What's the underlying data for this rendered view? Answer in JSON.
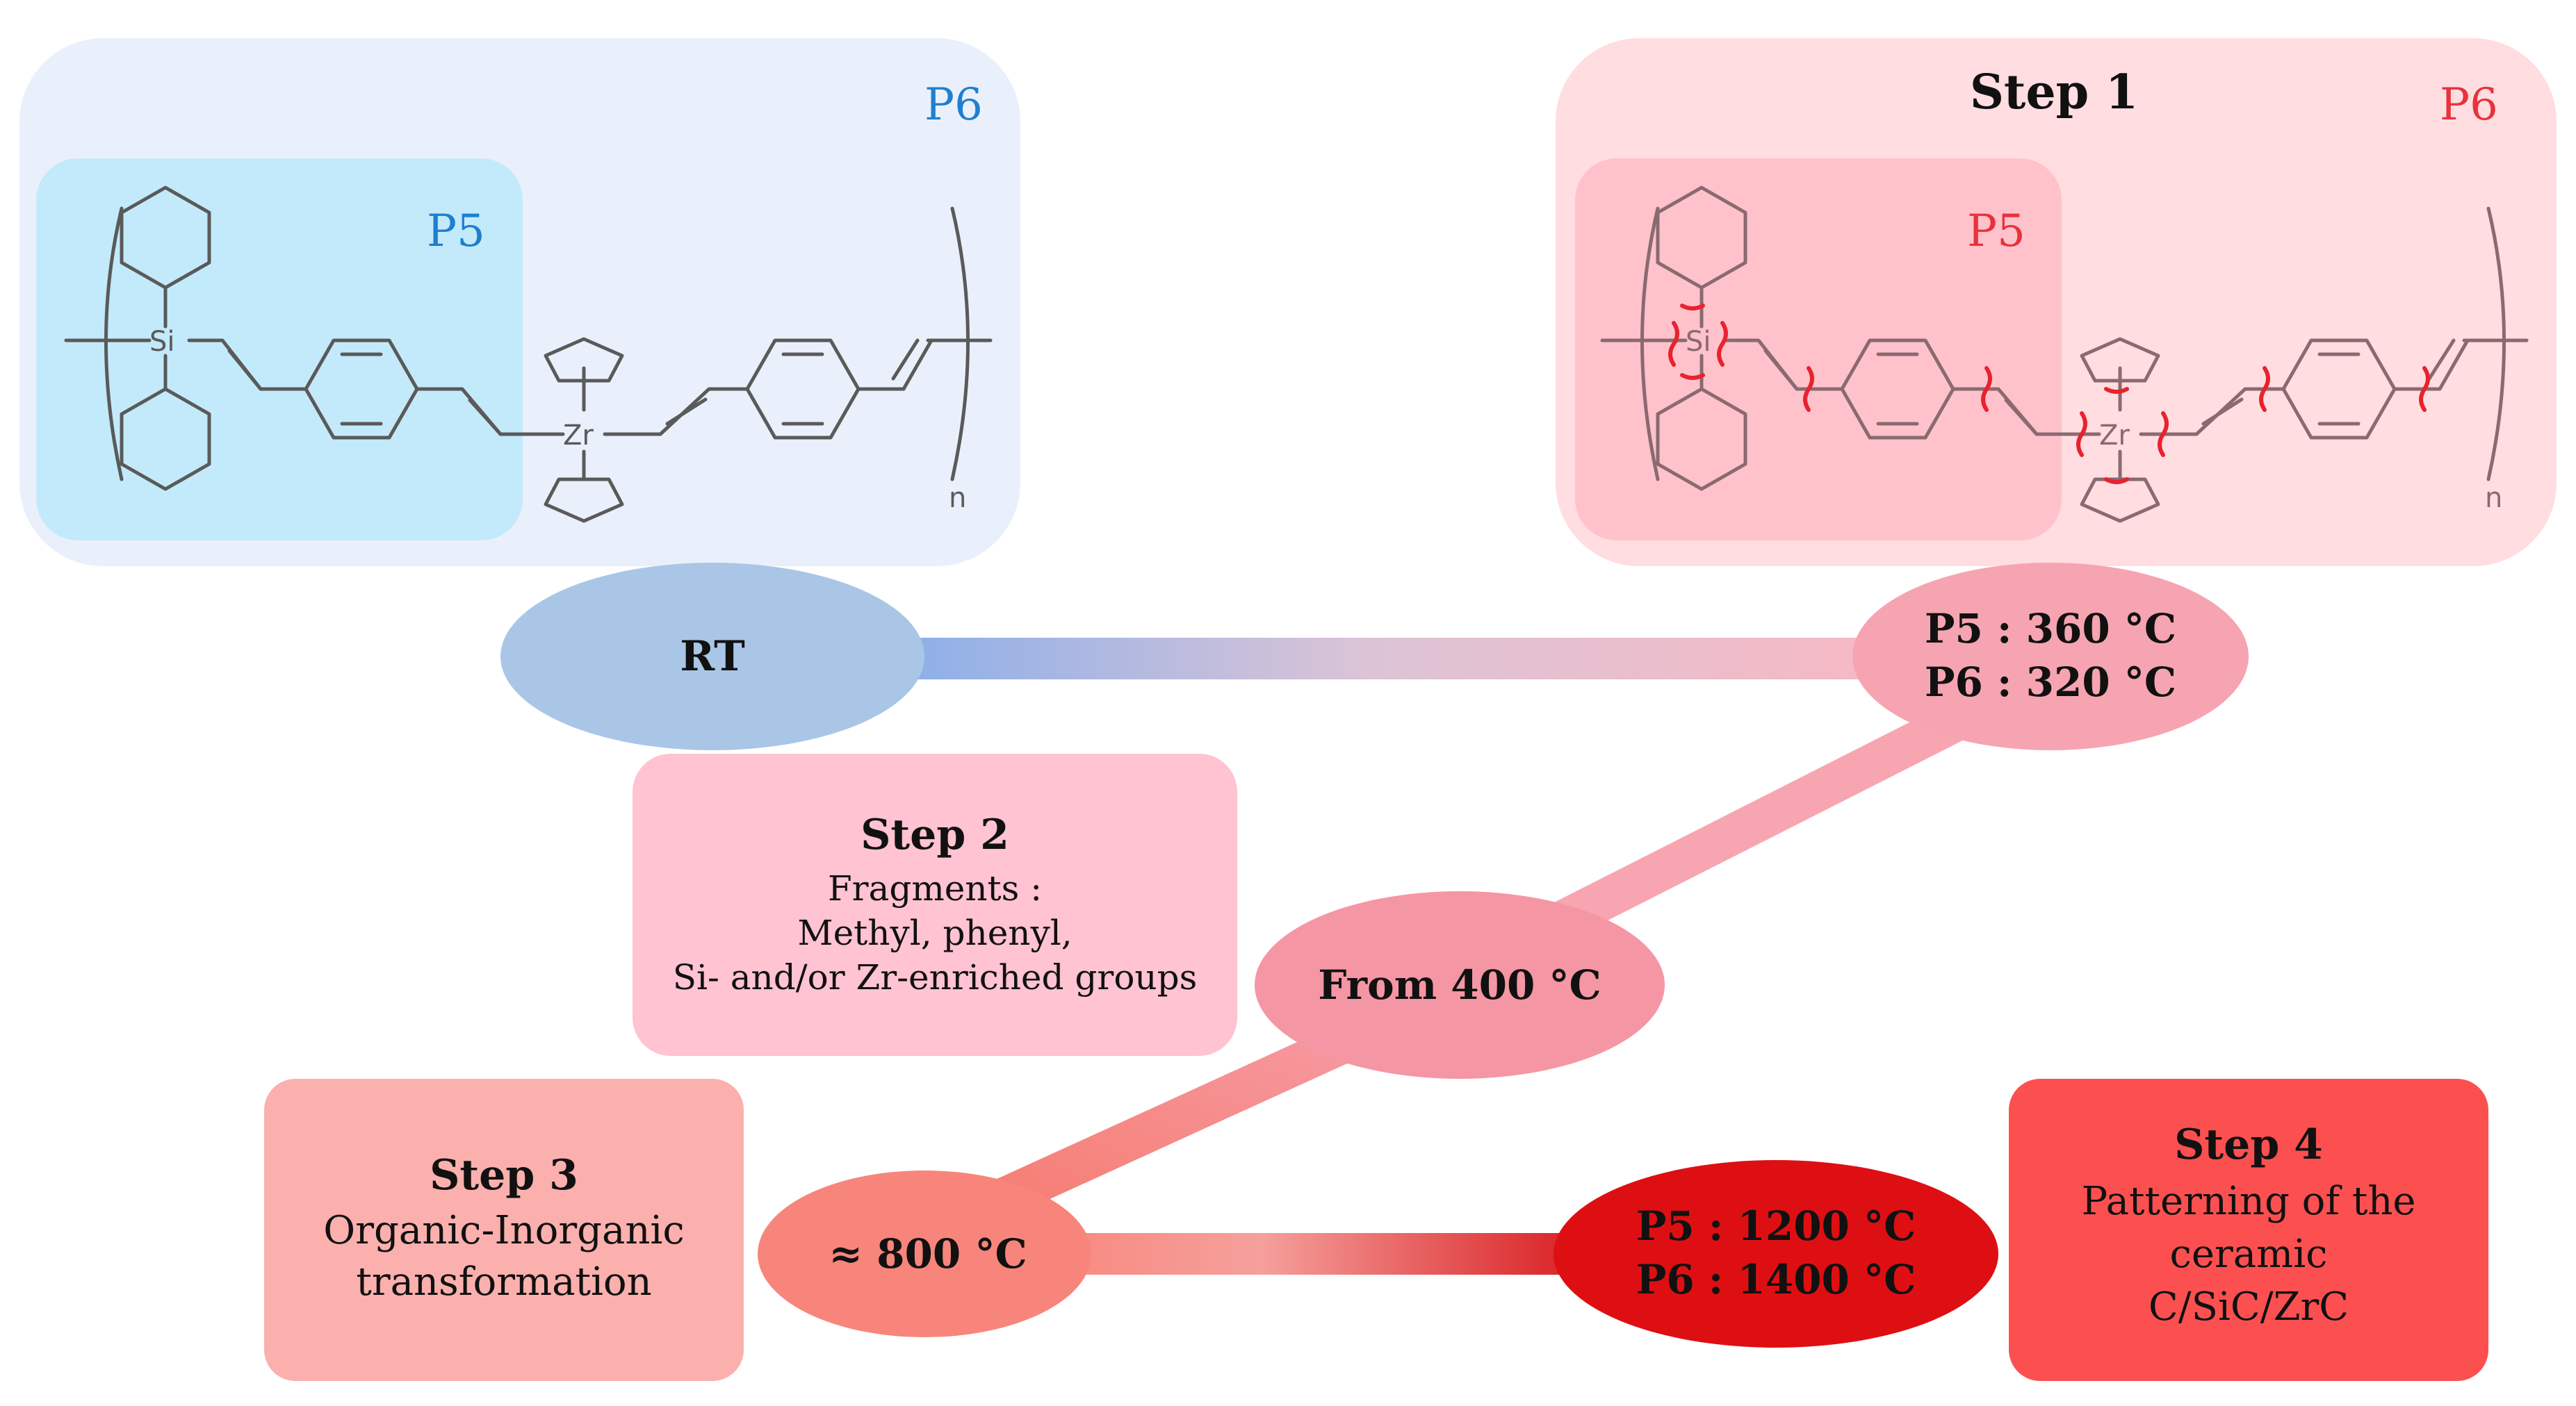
{
  "colors": {
    "blue_panel": "#eaf0fb",
    "blue_inner": "#c3eafa",
    "blue_label": "#1f7fcf",
    "red_panel": "#ffdde1",
    "red_inner": "#ffc2cb",
    "red_label": "#e8323c",
    "rt_node": "#aac6e6",
    "node_360": "#f6a4b1",
    "node_400": "#f596a4",
    "node_800": "#f7857c",
    "node_1200": "#de0f12",
    "step2_box": "#ffc3d2",
    "step3_box": "#fbb0ae",
    "step4_box": "#fc5050",
    "bond_cut": "#e8222e",
    "structure_line": "#5a5a5a"
  },
  "left_panel": {
    "outer_label": "P6",
    "inner_label": "P5",
    "atom_si": "Si",
    "atom_zr": "Zr",
    "subscript": "n"
  },
  "right_panel": {
    "title": "Step 1",
    "outer_label": "P6",
    "inner_label": "P5",
    "atom_si": "Si",
    "atom_zr": "Zr",
    "subscript": "n"
  },
  "nodes": {
    "rt": "RT",
    "p5_360": "P5 : 360 °C",
    "p6_320": "P6 : 320 °C",
    "from_400": "From 400 °C",
    "approx_800": "≈ 800 °C",
    "p5_1200": "P5 : 1200 °C",
    "p6_1400": "P6 : 1400 °C"
  },
  "step2": {
    "title": "Step 2",
    "line1": "Fragments :",
    "line2": "Methyl, phenyl,",
    "line3": "Si- and/or Zr-enriched groups"
  },
  "step3": {
    "title": "Step 3",
    "line1": "Organic-Inorganic",
    "line2": "transformation"
  },
  "step4": {
    "title": "Step 4",
    "line1": "Patterning of the",
    "line2": "ceramic",
    "line3": "C/SiC/ZrC"
  }
}
